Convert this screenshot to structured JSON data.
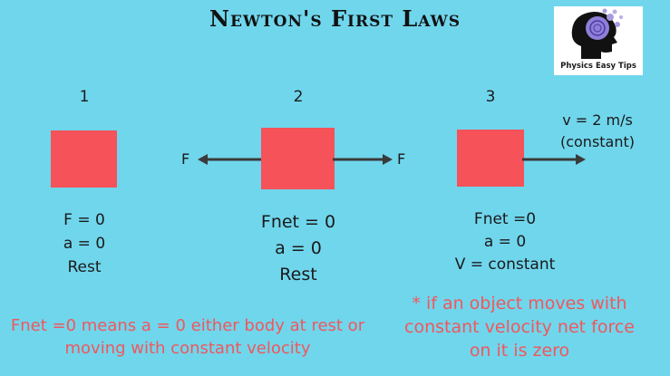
{
  "title": "Newton's First Laws",
  "logo": {
    "text": "Physics Easy Tips",
    "icon": "head-brain-icon"
  },
  "panels": [
    {
      "number": "1",
      "lines": [
        "F = 0",
        "a =  0",
        "Rest"
      ]
    },
    {
      "number": "2",
      "force_left": "F",
      "force_right": "F",
      "lines": [
        "Fnet = 0",
        "a =  0",
        "Rest"
      ]
    },
    {
      "number": "3",
      "velocity": "v = 2 m/s",
      "velocity_note": "(constant)",
      "lines": [
        "Fnet  =0",
        "a  =  0",
        "V  = constant"
      ]
    }
  ],
  "notes": {
    "left": [
      "Fnet =0 means a = 0 either body at rest or",
      "moving with constant velocity"
    ],
    "right": [
      "* if an object moves with",
      "constant velocity net force",
      "on it is zero"
    ]
  },
  "colors": {
    "background": "#70d6ec",
    "box": "#f5525a",
    "note_text": "#f0575d",
    "arrow": "#3a3a3a"
  }
}
